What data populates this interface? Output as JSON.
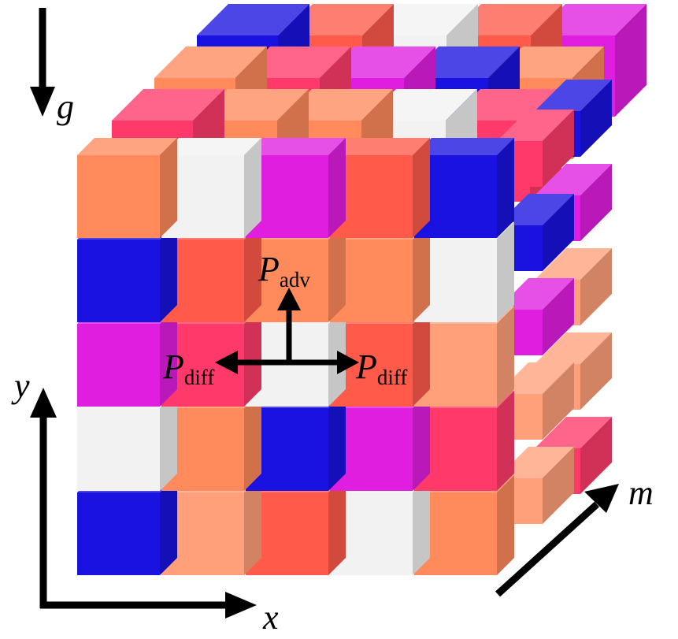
{
  "colors": {
    "blue": "#1a12e0",
    "orange": "#ff8a5c",
    "white": "#f2f2f2",
    "magenta": "#e01ee0",
    "red": "#ff5a4a",
    "pink": "#ff3a6a",
    "peach": "#ffa07a",
    "arrow": "#000000"
  },
  "labels": {
    "gravity": "g",
    "x_axis": "x",
    "y_axis": "y",
    "m_axis": "m",
    "p_symbol": "P",
    "adv_sub": "adv",
    "diff_sub": "diff"
  },
  "front_grid": [
    [
      "orange",
      "white",
      "magenta",
      "red",
      "blue"
    ],
    [
      "blue",
      "red",
      "orange",
      "orange",
      "white"
    ],
    [
      "magenta",
      "pink",
      "white",
      "red",
      "peach"
    ],
    [
      "white",
      "orange",
      "blue",
      "magenta",
      "pink"
    ],
    [
      "blue",
      "peach",
      "red",
      "white",
      "orange"
    ]
  ],
  "top_layers": [
    [
      "blue",
      "red",
      "white",
      "red",
      "magenta"
    ],
    [
      "orange",
      "pink",
      "magenta",
      "blue",
      "orange"
    ],
    [
      "pink",
      "orange",
      "orange",
      "white",
      "pink"
    ]
  ]
}
